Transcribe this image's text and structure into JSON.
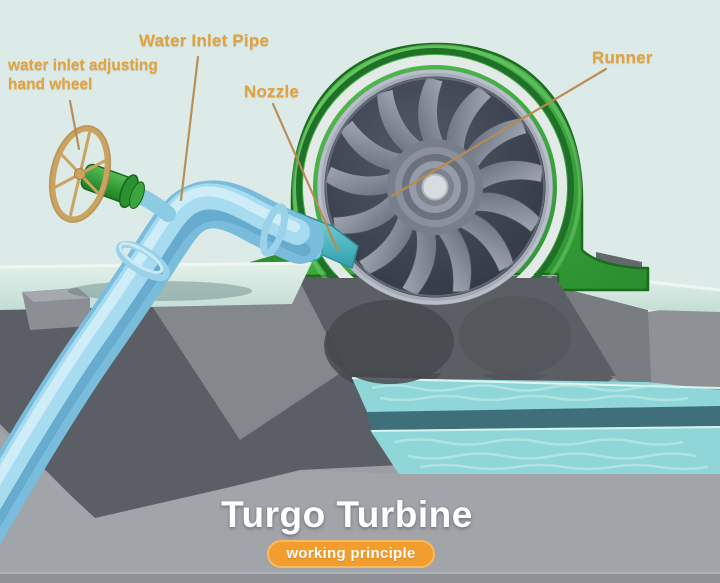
{
  "scene": {
    "title": "Turgo Turbine",
    "badge_label": "working principle",
    "labels": {
      "hand_wheel": "water inlet adjusting hand wheel",
      "inlet_pipe": "Water Inlet Pipe",
      "nozzle": "Nozzle",
      "runner": "Runner"
    },
    "colors": {
      "background": "#dcebe8",
      "label_text": "#e2a23c",
      "leader_line": "#b98a52",
      "title_text": "#ffffff",
      "badge_bg": "#f29d2e",
      "badge_text": "#fdfdfb",
      "housing_green": "#3fae3f",
      "housing_green_dark": "#1c6b1f",
      "runner_grey": "#9aa1ac",
      "pipe_blue": "#8fcfe8",
      "nozzle_teal": "#57bfc9",
      "handwheel_brass": "#c9a35f",
      "water_aqua": "#8ed6d8",
      "floor_grey": "#9b9ea2"
    }
  }
}
